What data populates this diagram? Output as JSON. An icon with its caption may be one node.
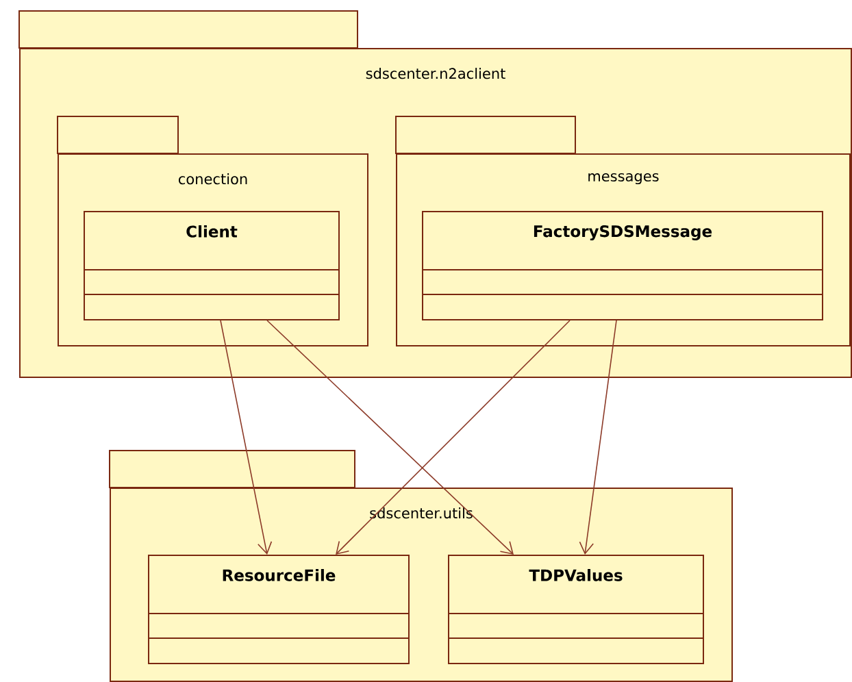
{
  "diagram": {
    "nodes": [
      {
        "text": [
          "sdscenter.n2aclient"
        ]
      },
      {
        "text": [
          "conection"
        ],
        "in": 0
      },
      {
        "text": [
          "Client"
        ],
        "in": 1
      },
      {
        "text": [
          "messages"
        ],
        "in": 0
      },
      {
        "text": [
          "FactorySDSMessage"
        ],
        "in": 3
      },
      {
        "text": [
          "sdscenter.utils"
        ]
      },
      {
        "text": [
          "ResourceFile"
        ],
        "in": 5
      },
      {
        "text": [
          "TDPValues"
        ],
        "in": 5
      }
    ],
    "edges": [
      {
        "from": 2,
        "to": 6,
        "arrow": "to"
      },
      {
        "from": 2,
        "to": 7,
        "arrow": "to"
      },
      {
        "from": 4,
        "to": 6,
        "arrow": "to"
      },
      {
        "from": 4,
        "to": 7,
        "arrow": "to"
      }
    ]
  }
}
